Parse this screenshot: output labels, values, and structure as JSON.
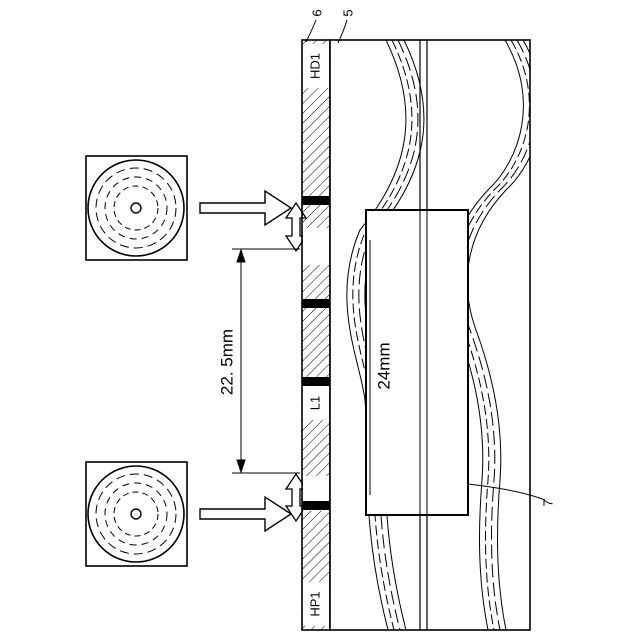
{
  "labels": {
    "ref_6": "6",
    "ref_5": "5",
    "ref_7": "7",
    "hd1": "HD1",
    "hp1": "HP1",
    "l1": "L1",
    "dim_spacing": "22. 5mm",
    "dim_width": "24mm"
  },
  "colors": {
    "ink": "#000000",
    "paper": "#ffffff"
  },
  "icons": {
    "roller": "roller-icon",
    "arrow": "feed-arrow-icon",
    "double_arrow": "double-arrow-icon"
  }
}
